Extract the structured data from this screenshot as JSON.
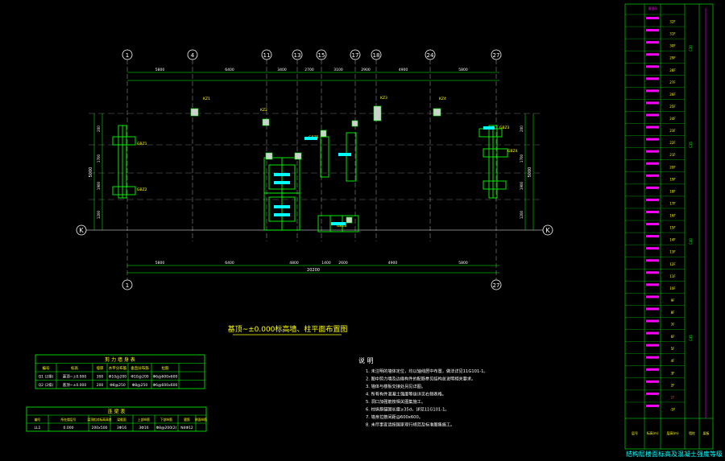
{
  "drawing": {
    "plan_title": "基顶~±0.000标高墙、柱平面布置图",
    "notes_title": "说 明",
    "axes_top": [
      "1",
      "4",
      "11",
      "13",
      "15",
      "17",
      "18",
      "24",
      "27"
    ],
    "axes_bottom": [
      "1",
      "27"
    ],
    "row_axis": "K",
    "dims_top": [
      "5800",
      "6400",
      "3400",
      "2700",
      "3100",
      "2900",
      "4900",
      "5800"
    ],
    "dims_bottom": [
      "5800",
      "6400",
      "4800",
      "1400",
      "2600",
      "4900",
      "5800"
    ],
    "total_dim": "20200",
    "side_dim": "5000",
    "side_dims_left": [
      "200",
      "1700",
      "1900",
      "1200"
    ],
    "col_tags": [
      "KZ1",
      "KZ2",
      "KZ3",
      "KZ4",
      "GBZ1",
      "GBZ2",
      "GBZ3",
      "GBZ4",
      "GBZ5",
      "GBZ6"
    ],
    "notes": [
      "1. 未注明的墙体定位，均以轴线居中布置，做法详见11G101-1。",
      "2. 图中剪力墙及边缘构件的配筋参见结构总说明相关要求。",
      "3. 墙体与楼板交接处另见详图。",
      "4. 所有构件混凝土强度等级详见右侧表格。",
      "5. 洞口加强筋按相关图集施工。",
      "6. 柱纵筋锚固长度≥35d，详见11G101-1。",
      "7. 墙身拉筋间距@600x600。",
      "8. 未尽事宜请按国家现行规范及标准图集施工。"
    ]
  },
  "wall_table": {
    "title": "剪 力 墙 身 表",
    "headers": [
      "编号",
      "标高",
      "墙厚",
      "水平分布筋",
      "垂直分布筋",
      "拉筋"
    ],
    "rows": [
      [
        "Q1 (2排)",
        "基顶~±0.000",
        "300",
        "Φ10@200",
        "Φ10@200",
        "Φ6@600x600"
      ],
      [
        "Q2 (2排)",
        "基顶~±0.000",
        "200",
        "Φ8@250",
        "Φ8@250",
        "Φ6@600x600"
      ]
    ]
  },
  "beam_table": {
    "title": "连 梁 表",
    "headers": [
      "编号",
      "所在楼层号",
      "梁顶相对标高高差",
      "梁截面",
      "上部纵筋",
      "下部纵筋",
      "箍筋",
      "侧面纵筋"
    ],
    "rows": [
      [
        "LL1",
        "1",
        "0.000",
        "200x500",
        "3Φ16",
        "3Φ16",
        "Φ8@200(2)",
        "N4Φ12"
      ]
    ]
  },
  "floor_table": {
    "title": "结构层楼面标高及混凝土强度等级",
    "footer_labels": [
      "层号",
      "标高(m)",
      "层高(m)",
      "墙柱",
      "梁板"
    ],
    "highlight_floor": "1F",
    "top_label": "屋面1",
    "floors": [
      "32F",
      "31F",
      "30F",
      "29F",
      "28F",
      "27F",
      "26F",
      "25F",
      "24F",
      "23F",
      "22F",
      "21F",
      "20F",
      "19F",
      "18F",
      "17F",
      "16F",
      "15F",
      "14F",
      "13F",
      "12F",
      "11F",
      "10F",
      "9F",
      "8F",
      "7F",
      "6F",
      "5F",
      "4F",
      "3F",
      "2F",
      "1F",
      "-1F"
    ],
    "grade_labels": [
      "C30",
      "C35",
      "C40",
      "C45"
    ]
  },
  "colors": {
    "axis_line": "#ffffff",
    "wall": "#00ff00",
    "dim": "#00ff00",
    "tag": "#ffff00",
    "column_fill": "#cccccc",
    "table_border": "#00ff00",
    "magenta": "#ff00ff",
    "cyan": "#00ffff"
  }
}
